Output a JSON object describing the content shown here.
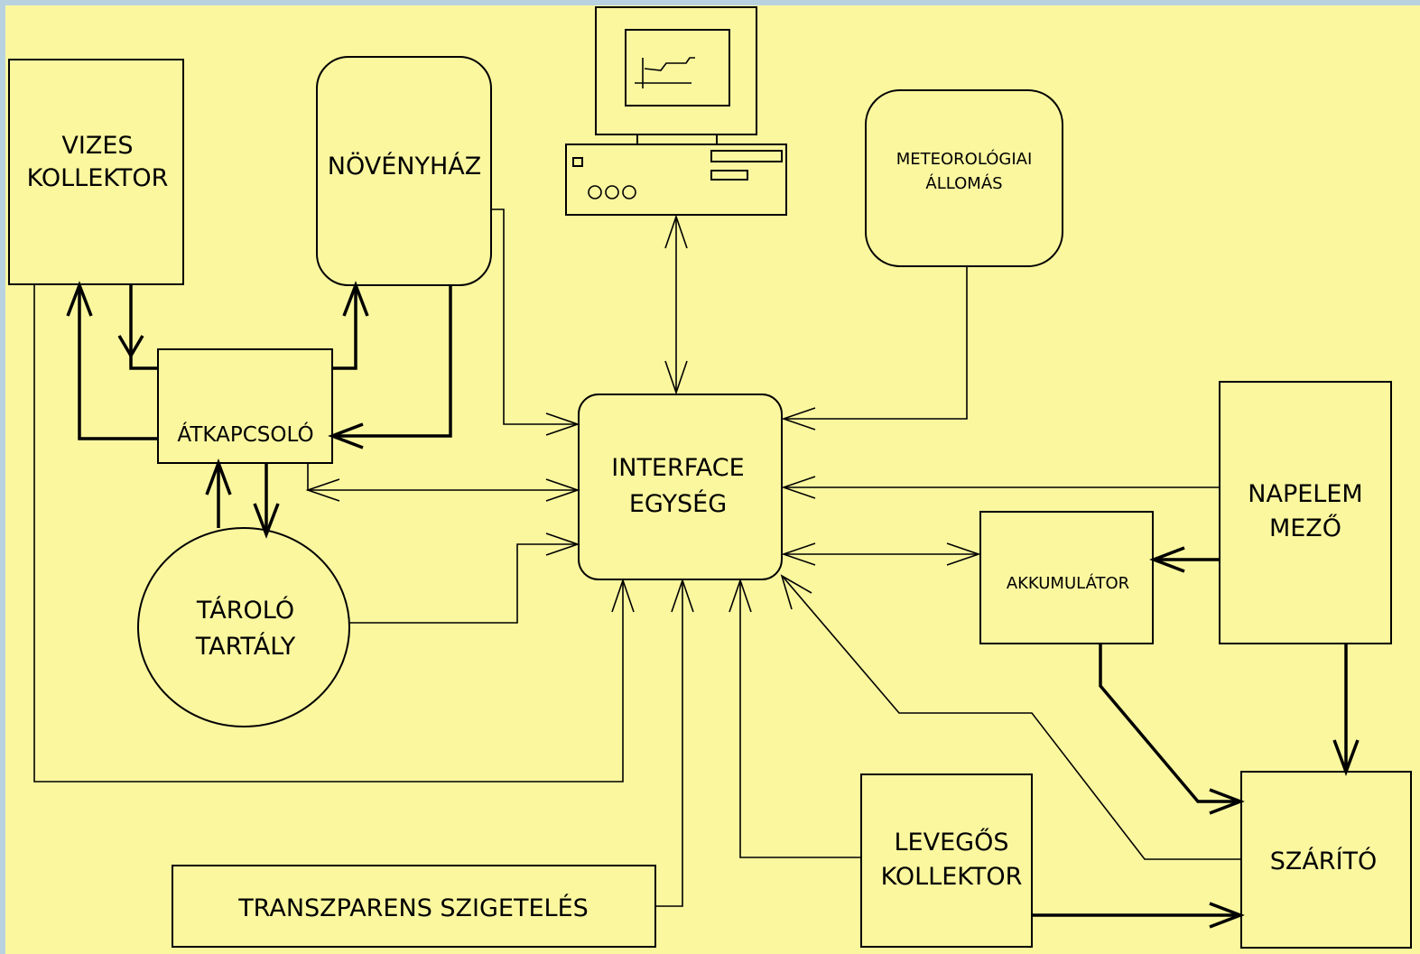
{
  "boxes": {
    "vizes_kollektor": [
      "VIZES",
      "KOLLEKTOR"
    ],
    "novenyhaz": "NÖVÉNYHÁZ",
    "atkapcsolo": "ÁTKAPCSOLÓ",
    "taroló_tartaly": [
      "TÁROLÓ",
      "TARTÁLY"
    ],
    "interface": [
      "INTERFACE",
      "EGYSÉG"
    ],
    "meteorologiai": [
      "METEOROLÓGIAI",
      "ÁLLOMÁS"
    ],
    "napelem": [
      "NAPELEM",
      "MEZŐ"
    ],
    "akkumulator": "AKKUMULÁTOR",
    "levegos_kollektor": [
      "LEVEGŐS",
      "KOLLEKTOR"
    ],
    "szarito": "SZÁRÍTÓ",
    "transzparens": "TRANSZPARENS SZIGETELÉS"
  },
  "colors": {
    "background": "#fbf79f",
    "frame": "#b9d2e0",
    "line": "#000000"
  }
}
